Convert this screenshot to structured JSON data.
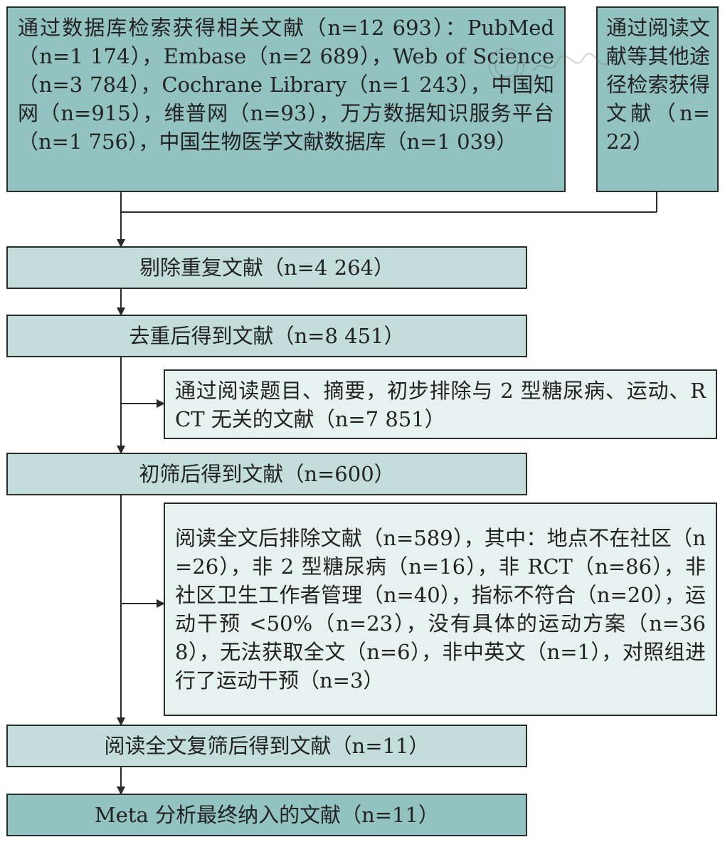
{
  "boxes": {
    "database_search": "通过数据库检索获得相关文献（n=12 693）：PubMed（n=1 174），Embase（n=2 689），Web of Science（n=3 784），Cochrane Library（n=1 243），中国知网（n=915），维普网（n=93），万方数据知识服务平台（n=1 756），中国生物医学文献数据库（n=1 039）",
    "other_sources": "通过阅读文献等其他途径检索获得文献（n=22）",
    "duplicates_removed": "剔除重复文献（n=4 264）",
    "after_dedup": "去重后得到文献（n=8 451）",
    "excluded_title_abstract": "通过阅读题目、摘要，初步排除与 2 型糖尿病、运动、RCT 无关的文献（n=7 851）",
    "after_initial_screen": "初筛后得到文献（n=600）",
    "excluded_fulltext": "阅读全文后排除文献（n=589），其中：地点不在社区（n=26），非 2 型糖尿病（n=16），非 RCT（n=86），非社区卫生工作者管理（n=40），指标不符合（n=20），运动干预 <50%（n=23），没有具体的运动方案（n=368），无法获取全文（n=6），非中英文（n=1），对照组进行了运动干预（n=3）",
    "after_fulltext": "阅读全文复筛后得到文献（n=11）",
    "meta_included": "Meta 分析最终纳入的文献（n=11）"
  },
  "colors": {
    "dark": "#93c3c1",
    "mid": "#c3deda",
    "light": "#e6f2ef",
    "line": "#2b2b2b"
  }
}
